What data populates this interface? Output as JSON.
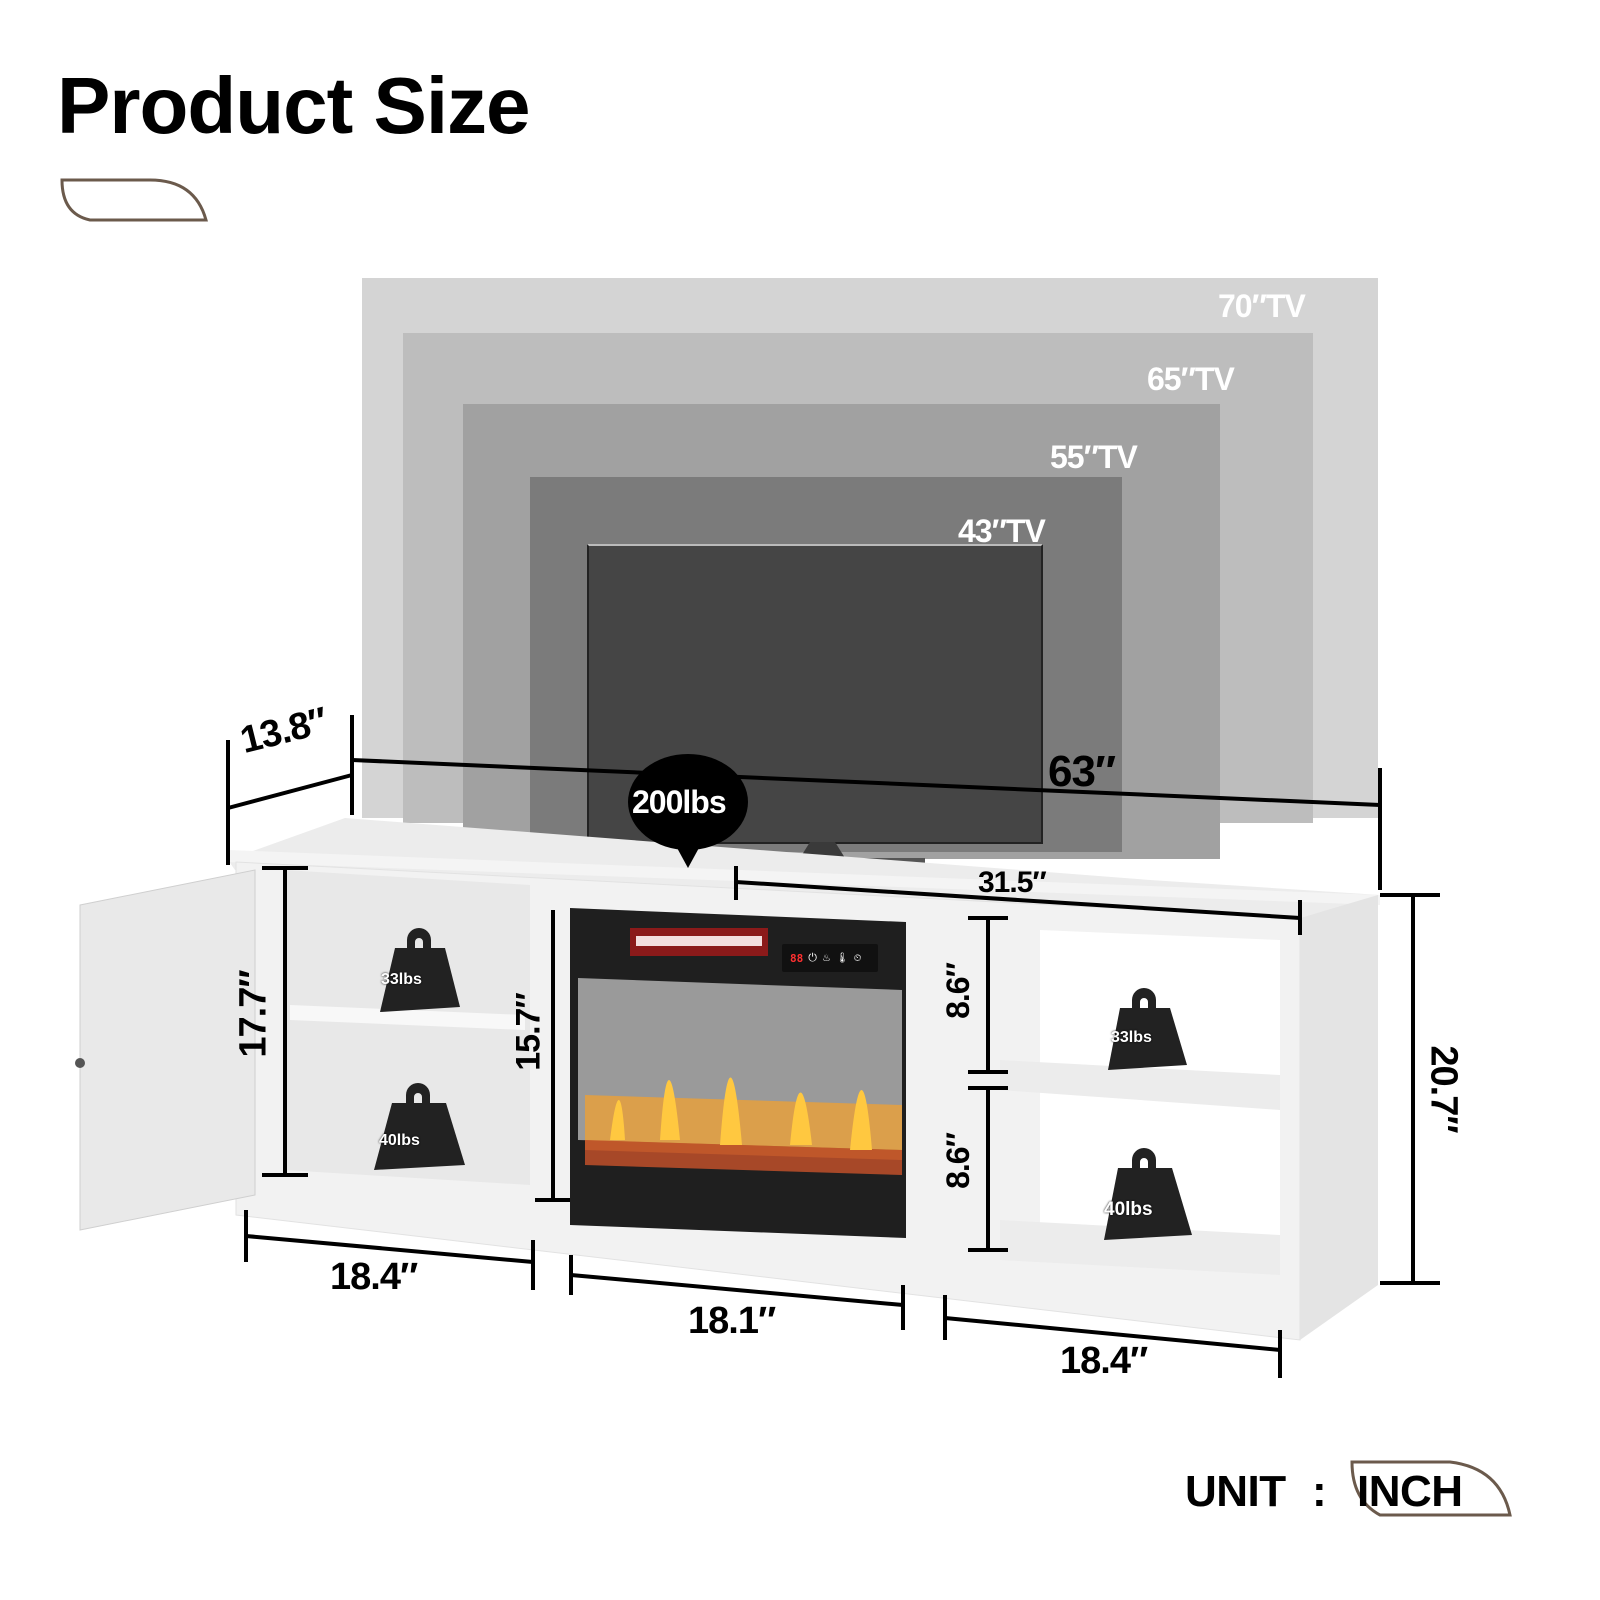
{
  "header": {
    "title": "Product Size"
  },
  "tv_sizes": [
    {
      "label": "70″TV",
      "color": "#d4d4d4"
    },
    {
      "label": "65″TV",
      "color": "#bdbdbd"
    },
    {
      "label": "55″TV",
      "color": "#a1a1a1"
    },
    {
      "label": "43″TV",
      "color": "#7b7b7b"
    }
  ],
  "tv_screen_color": "#454545",
  "dimensions": {
    "depth": "13.8″",
    "total_width": "63″",
    "top_right_width": "31.5″",
    "left_cabinet_height": "17.7″",
    "fireplace_height": "15.7″",
    "right_upper_shelf_height": "8.6″",
    "right_lower_shelf_height": "8.6″",
    "total_height": "20.7″",
    "left_cabinet_width": "18.4″",
    "fireplace_width": "18.1″",
    "right_shelf_width": "18.4″"
  },
  "load_capacity": {
    "top": "200lbs",
    "left_upper_shelf": "33lbs",
    "left_lower_shelf": "40lbs",
    "right_upper_shelf": "33lbs",
    "right_lower_shelf": "40lbs"
  },
  "fireplace_panel": {
    "display": "88",
    "icons": [
      "power-icon",
      "flame-icon",
      "thermometer-icon",
      "timer-icon"
    ]
  },
  "footer": {
    "unit_label": "UNIT",
    "separator": ":",
    "unit_value": "INCH"
  },
  "colors": {
    "accent_brown": "#6b5a4c",
    "dimension_line": "#000000",
    "cabinet_white": "#f1f1f1",
    "fireplace_black": "#1f1f1f"
  }
}
